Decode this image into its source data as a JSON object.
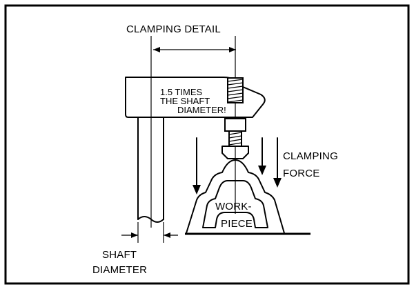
{
  "labels": {
    "title": "CLAMPING DETAIL",
    "distance_line1": "1.5 TIMES",
    "distance_line2": "THE SHAFT",
    "distance_line3": "DIAMETER!",
    "force_line1": "CLAMPING",
    "force_line2": "FORCE",
    "workpiece_line1": "WORK-",
    "workpiece_line2": "PIECE",
    "shaft_line1": "SHAFT",
    "shaft_line2": "DIAMETER"
  }
}
